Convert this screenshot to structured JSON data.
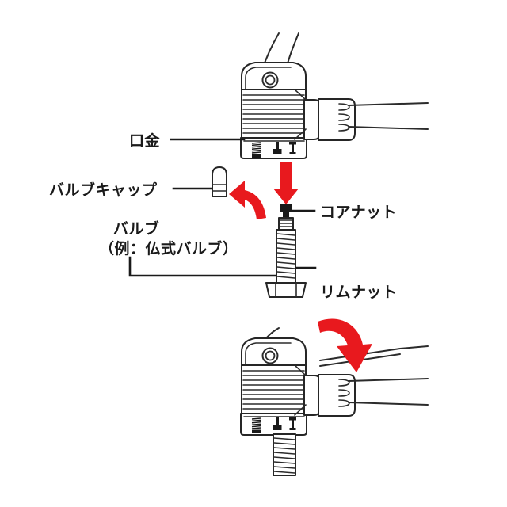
{
  "document": {
    "kind": "technical-illustration",
    "subject": "bicycle pump head and presta valve attachment instructions",
    "background_color": "#ffffff",
    "line_color": "#262626",
    "accent_color": "#e8191e"
  },
  "labels": {
    "pump_head": "口金",
    "valve_cap": "バルブキャップ",
    "valve_line1": "バルブ",
    "valve_line2": "（例：仏式バルブ）",
    "core_nut": "コアナット",
    "rim_nut": "リムナット"
  },
  "figures": [
    {
      "id": "figure-top",
      "caption_parts": [
        "口金",
        "バルブキャップ",
        "バルブ",
        "コアナット",
        "リムナット"
      ],
      "arrows": [
        {
          "name": "push-down-arrow",
          "shape": "straight",
          "direction": "down",
          "color": "#e8191e"
        },
        {
          "name": "remove-cap-arrow",
          "shape": "curved",
          "direction": "up-left",
          "color": "#e8191e"
        }
      ]
    },
    {
      "id": "figure-bottom",
      "arrows": [
        {
          "name": "lever-close-arrow",
          "shape": "curved",
          "direction": "down",
          "color": "#e8191e"
        }
      ]
    }
  ],
  "parts": {
    "pump_head_button": "circular-button",
    "pump_head_ribs": 9,
    "nozzle_grooves": 3,
    "inset_icons": [
      "spring-icon",
      "adapter-icon",
      "pin-icon"
    ],
    "rim_nut_shape": "hex-nut",
    "core_nut_shape": "black-core-nut",
    "valve_cap_shape": "rounded-cap"
  }
}
